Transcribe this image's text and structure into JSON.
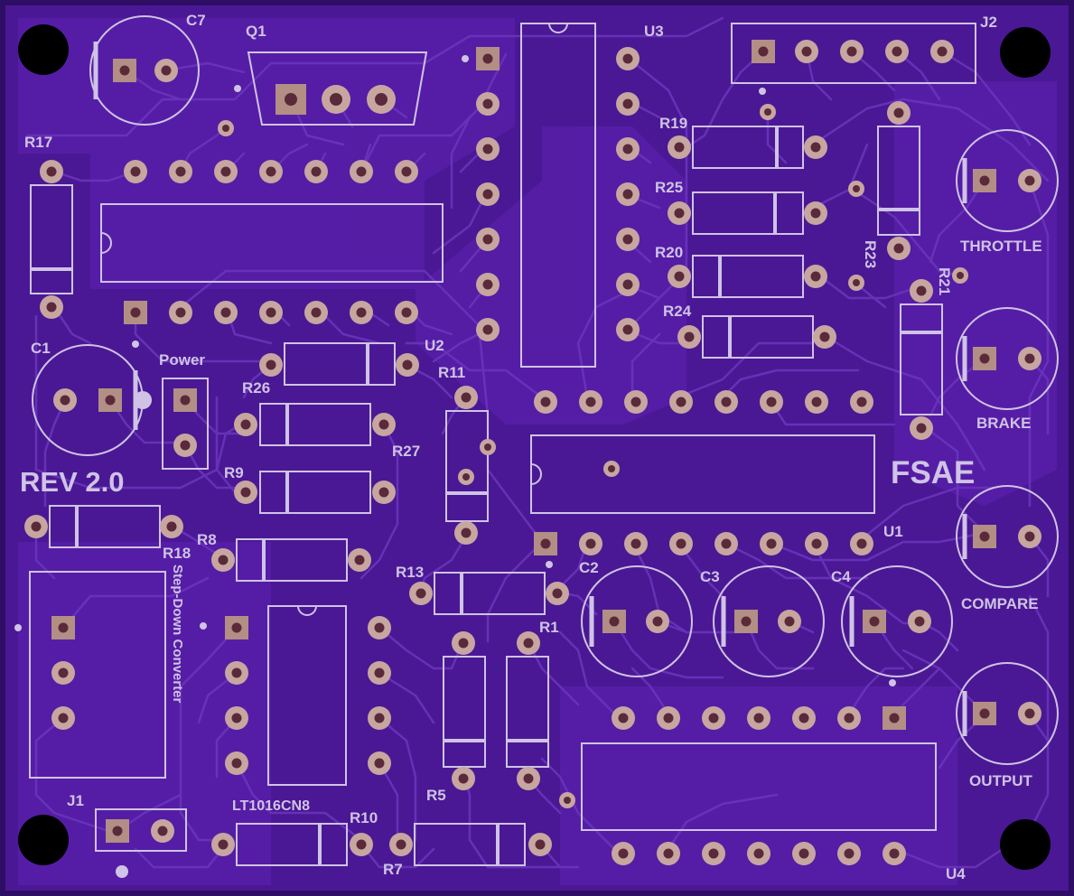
{
  "colors": {
    "substrate": "#4a1894",
    "board_edge": "#2e0d64",
    "copper_fill": "#561ea6",
    "trace": "#6a34bc",
    "silkscreen": "#cfc3e6",
    "pad": "#c7a6a0",
    "pad_square": "#b28e85",
    "drill": "#5a2a3a",
    "mount_hole": "#000000"
  },
  "labels": {
    "rev": "REV 2.0",
    "fsae": "FSAE",
    "power": "Power",
    "converter": "Step-Down Converter",
    "lt_part": "LT1016CN8",
    "throttle": "THROTTLE",
    "brake": "BRAKE",
    "compare": "COMPARE",
    "output": "OUTPUT"
  },
  "refdes": {
    "c7": "C7",
    "q1": "Q1",
    "u3": "U3",
    "j2": "J2",
    "r17": "R17",
    "r19": "R19",
    "r25": "R25",
    "r20": "R20",
    "r24": "R24",
    "r23": "R23",
    "r21": "R21",
    "c1": "C1",
    "u2": "U2",
    "r11": "R11",
    "r26": "R26",
    "r27": "R27",
    "r9": "R9",
    "r18": "R18",
    "r8": "R8",
    "r13": "R13",
    "c2": "C2",
    "c3": "C3",
    "c4": "C4",
    "u1": "U1",
    "r1": "R1",
    "r5": "R5",
    "r10": "R10",
    "r7": "R7",
    "j1": "J1",
    "u4": "U4"
  }
}
